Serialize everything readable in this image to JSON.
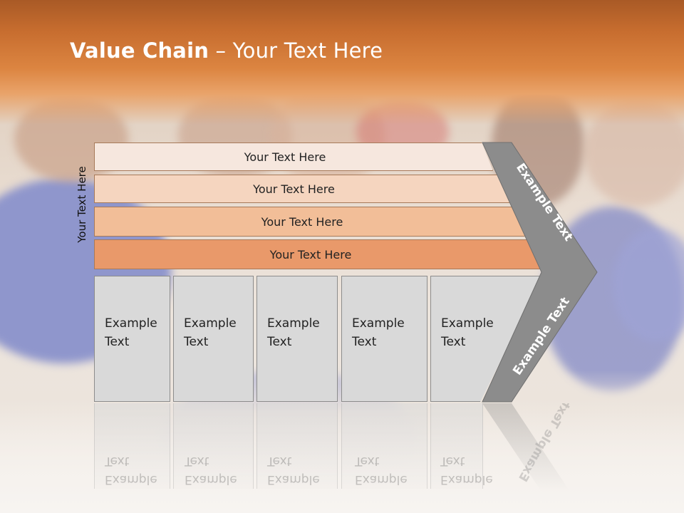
{
  "title": {
    "bold": "Value Chain",
    "rest": " – Your Text Here"
  },
  "side_label": "Your Text Here",
  "bars": [
    {
      "label": "Your Text Here",
      "color": "#f6e7de"
    },
    {
      "label": "Your Text Here",
      "color": "#f5d5bf"
    },
    {
      "label": "Your Text Here",
      "color": "#f2be98"
    },
    {
      "label": "Your Text Here",
      "color": "#e9996a"
    }
  ],
  "cells": [
    {
      "line1": "Example",
      "line2": "Text"
    },
    {
      "line1": "Example",
      "line2": "Text"
    },
    {
      "line1": "Example",
      "line2": "Text"
    },
    {
      "line1": "Example",
      "line2": "Text"
    },
    {
      "line1": "Example",
      "line2": "Text"
    }
  ],
  "arrow": {
    "upper_text": "Example Text",
    "lower_text": "Example Text",
    "color": "#8c8c8c"
  }
}
